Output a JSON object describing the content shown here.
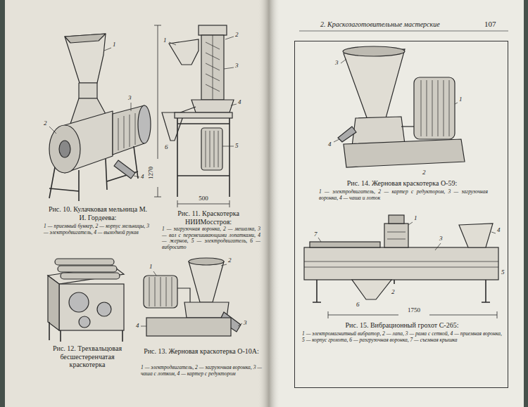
{
  "diagram": {
    "nodes": [
      {
        "text": [
          "Рис. 14. Жерновая краскотерка О-59:",
          "1 — электродвигатель, 2 — картер с редуктором, 3 — загрузочная воронка, 4 — чаша и лоток",
          "Рис. 15. Вибрационный грохот С-265:",
          "1 — электромагнитный вибратор, 2 — лапа, 3 — рама с сеткой, 4 — приемная воронка, 5 — корпус грохота, 6 — разгрузочная воронка, 7 — съемная крышка"
        ]
      }
    ],
    "labels": [
      "2. Краскозаготовительные мастерские",
      "107",
      "Рис. 10. Кулачковая мельница М. И. Гордеева:",
      "1 — приемный бункер, 2 — корпус мельницы, 3 — электродвигатель, 4 — выходной рукав",
      "1",
      "2",
      "3",
      "4",
      "Рис. 11. Краскотерка НИИМосстроя:",
      "1 — загрузочная воронка, 2 — мешалка, 3 — вал с перемешивающими лопатками, 4 — жернов, 5 — электродвигатель, 6 — вибросито",
      "1",
      "2",
      "3",
      "4",
      "5",
      "6",
      "1270",
      "500",
      "Рис. 12. Трехвальцовая бесшестеренчатая краскотерка",
      "Рис. 13. Жерновая краскотерка О-10А:",
      "1 — электродвигатель, 2 — загрузочная воронка, 3 — чаша с лотком, 4 — картер с редуктором",
      "1",
      "2",
      "3",
      "4",
      "1",
      "2",
      "3",
      "4",
      "1",
      "2",
      "3",
      "4",
      "5",
      "6",
      "7",
      "1750"
    ]
  }
}
